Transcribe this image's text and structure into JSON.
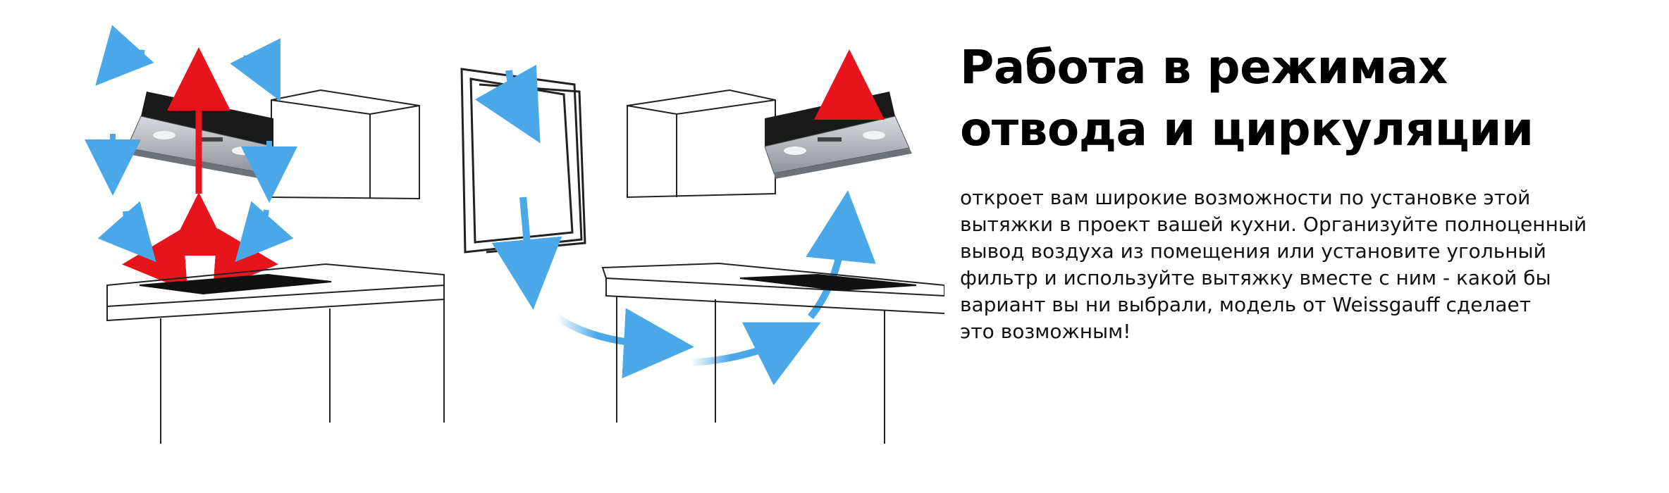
{
  "headline": {
    "line1": "Работа в режимах",
    "line2": "отвода и циркуляции"
  },
  "description": {
    "lines": [
      "откроет вам широкие возможности по установке этой",
      "вытяжки в проект вашей кухни. Организуйте полноценный",
      "вывод воздуха из помещения или установите угольный",
      "фильтр и используйте вытяжку вместе с ним - какой бы",
      "вариант вы ни выбрали, модель от Weissgauff сделает",
      "это возможным!"
    ]
  },
  "colors": {
    "airflow_blue": "#4aa8e8",
    "exhaust_red": "#e8141c",
    "hood_dark": "#1a1a1a",
    "hood_steel": "#b7bbc0",
    "line": "#222222"
  },
  "icons": {
    "circulation_scene": "recirculation-hood-illustration",
    "window": "open-window-illustration",
    "extraction_scene": "extraction-hood-illustration"
  }
}
